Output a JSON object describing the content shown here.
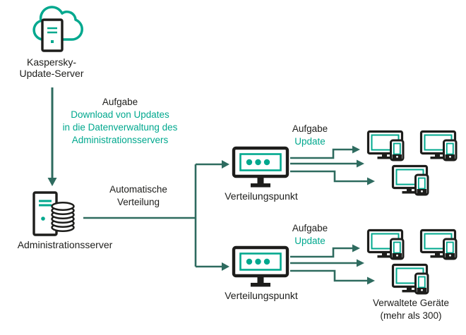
{
  "colors": {
    "teal": "#00A88E",
    "arrow_green": "#2E6B5F",
    "ink": "#1D1D1B",
    "background": "#FFFFFF"
  },
  "icons": {
    "update_server": "cloud-server-icon",
    "admin_server": "server-database-icon",
    "distribution_point": "monitor-status-dots-icon",
    "managed_device": "desktop-with-phone-icon"
  },
  "update_server": {
    "label_line1": "Kaspersky-",
    "label_line2": "Update-Server"
  },
  "download_task": {
    "title": "Aufgabe",
    "line1": "Download von Updates",
    "line2": "in die Datenverwaltung des",
    "line3": "Administrationsservers"
  },
  "admin_server": {
    "label": "Administrationsserver"
  },
  "auto_distribution": {
    "line1": "Automatische",
    "line2": "Verteilung"
  },
  "distribution_point_1": {
    "label": "Verteilungspunkt",
    "task_title": "Aufgabe",
    "task_name": "Update"
  },
  "distribution_point_2": {
    "label": "Verteilungspunkt",
    "task_title": "Aufgabe",
    "task_name": "Update"
  },
  "managed_devices": {
    "label_line1": "Verwaltete Geräte",
    "label_line2": "(mehr als 300)"
  }
}
